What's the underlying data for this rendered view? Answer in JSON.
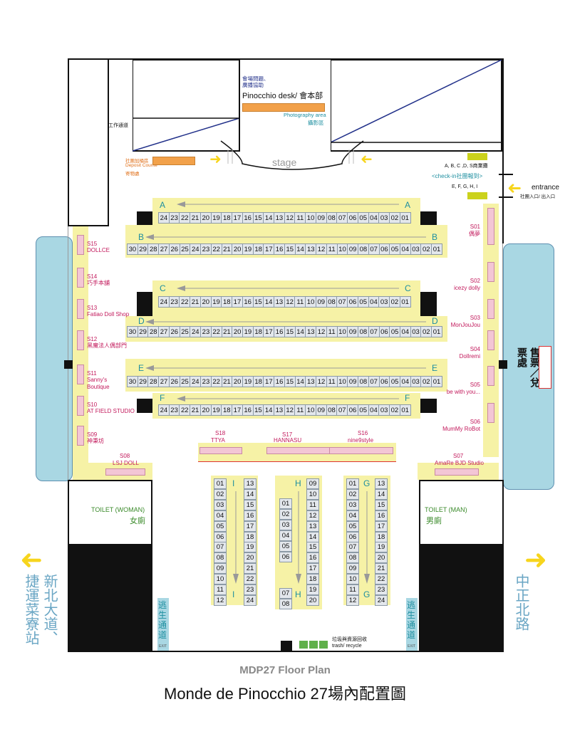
{
  "header": {
    "desk_note": "會場問題、\n廣播協助",
    "desk_label": "Pinocchio desk/ 會本部",
    "photo_en": "Photography area",
    "photo_zh": "攝影區",
    "staff_path": "工作通道",
    "deposit_zh": "社團加桶區",
    "deposit_en": "Deposit Counte",
    "deposit_zh2": "寄物處",
    "stage": "stage",
    "abcds": "A, B, C ,D, S商業攤",
    "checkin": "<check-in社團報到>",
    "efghi": "E, F, G, H, I",
    "entrance": "entrance",
    "entrance_zh": "社團入口/ 出入口"
  },
  "rows": {
    "A": {
      "letter": "A",
      "cells": [
        "24",
        "23",
        "22",
        "21",
        "20",
        "19",
        "18",
        "17",
        "16",
        "15",
        "14",
        "13",
        "12",
        "11",
        "10",
        "09",
        "08",
        "07",
        "06",
        "05",
        "04",
        "03",
        "02",
        "01"
      ]
    },
    "B": {
      "letter": "B",
      "cells": [
        "30",
        "29",
        "28",
        "27",
        "26",
        "25",
        "24",
        "23",
        "22",
        "21",
        "20",
        "19",
        "18",
        "17",
        "16",
        "15",
        "14",
        "13",
        "12",
        "11",
        "10",
        "09",
        "08",
        "07",
        "06",
        "05",
        "04",
        "03",
        "02",
        "01"
      ]
    },
    "C": {
      "letter": "C",
      "cells": [
        "24",
        "23",
        "22",
        "21",
        "20",
        "19",
        "18",
        "17",
        "16",
        "15",
        "14",
        "13",
        "12",
        "11",
        "10",
        "09",
        "08",
        "07",
        "06",
        "05",
        "04",
        "03",
        "02",
        "01"
      ]
    },
    "D": {
      "letter": "D",
      "cells": [
        "30",
        "29",
        "28",
        "27",
        "26",
        "25",
        "24",
        "23",
        "22",
        "21",
        "20",
        "19",
        "18",
        "17",
        "16",
        "15",
        "14",
        "13",
        "12",
        "11",
        "10",
        "09",
        "08",
        "07",
        "06",
        "05",
        "04",
        "03",
        "02",
        "01"
      ]
    },
    "E": {
      "letter": "E",
      "cells": [
        "30",
        "29",
        "28",
        "27",
        "26",
        "25",
        "24",
        "23",
        "22",
        "21",
        "20",
        "19",
        "18",
        "17",
        "16",
        "15",
        "14",
        "13",
        "12",
        "11",
        "10",
        "09",
        "08",
        "07",
        "06",
        "05",
        "04",
        "03",
        "02",
        "01"
      ]
    },
    "F": {
      "letter": "F",
      "cells": [
        "24",
        "23",
        "22",
        "21",
        "20",
        "19",
        "18",
        "17",
        "16",
        "15",
        "14",
        "13",
        "12",
        "11",
        "10",
        "09",
        "08",
        "07",
        "06",
        "05",
        "04",
        "03",
        "02",
        "01"
      ]
    }
  },
  "columns": {
    "I": {
      "letter": "I",
      "left": [
        "01",
        "02",
        "03",
        "04",
        "05",
        "06",
        "07",
        "08",
        "09",
        "10",
        "11",
        "12"
      ],
      "right": [
        "13",
        "14",
        "15",
        "16",
        "17",
        "18",
        "19",
        "20",
        "21",
        "22",
        "23",
        "24"
      ]
    },
    "H": {
      "letter": "H",
      "left": [
        "01",
        "02",
        "03",
        "04",
        "05",
        "06",
        "07",
        "08"
      ],
      "right": [
        "09",
        "10",
        "11",
        "12",
        "13",
        "14",
        "15",
        "16",
        "17",
        "18",
        "19",
        "20"
      ]
    },
    "G": {
      "letter": "G",
      "left": [
        "01",
        "02",
        "03",
        "04",
        "05",
        "06",
        "07",
        "08",
        "09",
        "10",
        "11",
        "12"
      ],
      "right": [
        "13",
        "14",
        "15",
        "16",
        "17",
        "18",
        "19",
        "20",
        "21",
        "22",
        "23",
        "24"
      ]
    }
  },
  "booths_left": [
    {
      "code": "S15",
      "name": "DOLLCE"
    },
    {
      "code": "S14",
      "name": "巧手本舖"
    },
    {
      "code": "S13",
      "name": "Fatiao Doll Shop"
    },
    {
      "code": "S12",
      "name": "黑魔法人偶部門"
    },
    {
      "code": "S11",
      "name": "Sanny's\nBoutique"
    },
    {
      "code": "S10",
      "name": "AT FIELD STUDIO"
    },
    {
      "code": "S09",
      "name": "神秉坊"
    }
  ],
  "booths_right": [
    {
      "code": "S01",
      "name": "偶夢"
    },
    {
      "code": "S02",
      "name": "icezy dolly"
    },
    {
      "code": "S03",
      "name": "MonJouJou"
    },
    {
      "code": "S04",
      "name": "Dollremi"
    },
    {
      "code": "S05",
      "name": "be with you..."
    },
    {
      "code": "S06",
      "name": "MumMy RoBot"
    }
  ],
  "booths_bottom": [
    {
      "code": "S08",
      "name": "LSJ DOLL"
    },
    {
      "code": "S18",
      "name": "TTYA"
    },
    {
      "code": "S17",
      "name": "HANNASU"
    },
    {
      "code": "S16",
      "name": "nine9style"
    },
    {
      "code": "S07",
      "name": "AmaRe BJD Studio"
    }
  ],
  "ticket": "售票／兌票處",
  "toilet_woman_en": "TOILET (WOMAN)",
  "toilet_woman_zh": "女廁",
  "toilet_man_en": "TOILET (MAN)",
  "toilet_man_zh": "男廁",
  "exit_zh": "逃生通道",
  "exit_en": "EXIT",
  "trash_zh": "垃圾與資源回收",
  "trash_en": "trash/ recycle",
  "left_direction": "新北大道、捷運菜寮站",
  "right_direction": "中正北路",
  "footer": {
    "title": "MDP27 Floor Plan",
    "subtitle": "Monde de Pinocchio 27場內配置圖"
  },
  "colors": {
    "booth_strip": "#f6f2a6",
    "booth_pink": "#f3c6d5",
    "orange": "#f2a14a",
    "arrow_yellow": "#f7d51d",
    "side_blue": "#a9d7e3",
    "teal": "#1e8fa0",
    "magenta": "#c2185b"
  }
}
